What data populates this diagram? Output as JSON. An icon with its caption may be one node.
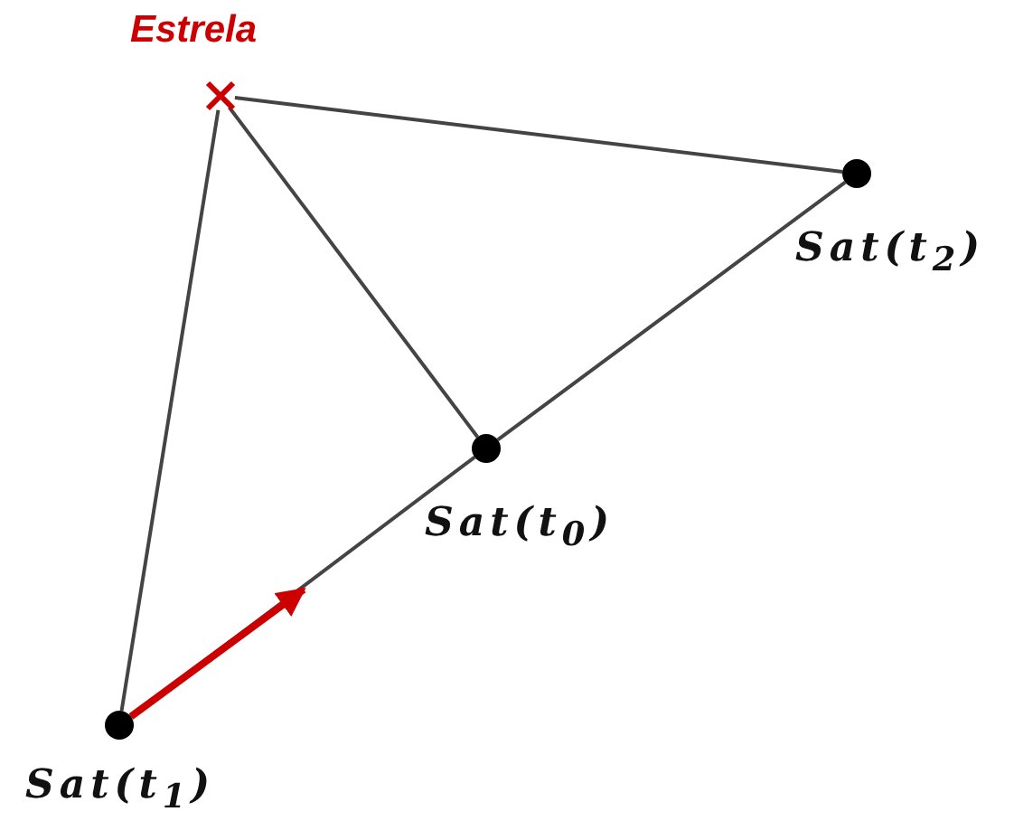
{
  "diagram": {
    "nodes": [
      {
        "text": [
          "Estrela"
        ]
      },
      {
        "text": [],
        "shape": "circle",
        "beside": [
          "Sat(t$_{2}$)"
        ]
      },
      {
        "text": [],
        "shape": "circle",
        "beside": [
          "Sat(t$_{0}$)"
        ]
      },
      {
        "text": [],
        "shape": "circle",
        "beside": [
          "Sat(t$_{1}$)"
        ]
      }
    ],
    "edges": [
      {
        "from": 0,
        "to": 1,
        "arrow": "none"
      },
      {
        "from": 0,
        "to": 2,
        "arrow": "none"
      },
      {
        "from": 0,
        "to": 3,
        "arrow": "none"
      },
      {
        "from": 3,
        "to": 2,
        "arrow": "none"
      },
      {
        "from": 2,
        "to": 1,
        "arrow": "none"
      },
      {
        "from": 3,
        "to": null,
        "arrow": "to",
        "style": "thick",
        "color": "#cc0000"
      }
    ]
  }
}
